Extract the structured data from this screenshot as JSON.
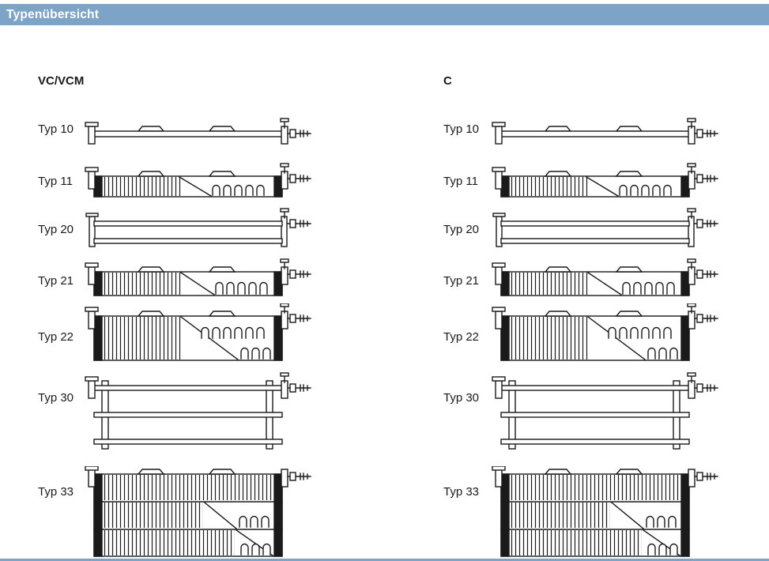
{
  "page": {
    "title": "Typenübersicht",
    "accent_color": "#7da3c6"
  },
  "columns": [
    {
      "label": "VC/VCM"
    },
    {
      "label": "C"
    }
  ],
  "rows": [
    {
      "label": "Typ 10",
      "type": "10"
    },
    {
      "label": "Typ 11",
      "type": "11"
    },
    {
      "label": "Typ 20",
      "type": "20"
    },
    {
      "label": "Typ 21",
      "type": "21"
    },
    {
      "label": "Typ 22",
      "type": "22"
    },
    {
      "label": "Typ 30",
      "type": "30"
    },
    {
      "label": "Typ 33",
      "type": "33"
    }
  ]
}
